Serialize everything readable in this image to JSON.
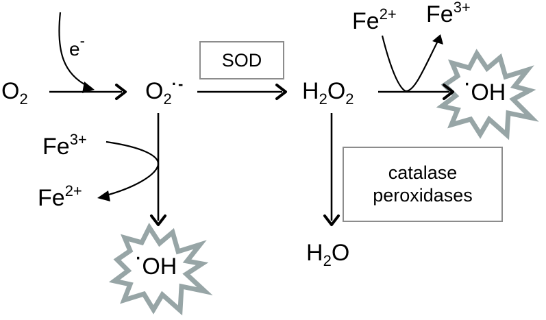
{
  "species": {
    "o2": {
      "main": "O",
      "sub": "2"
    },
    "superoxide": {
      "main": "O",
      "sub": "2",
      "sup": "·-"
    },
    "h2o2": {
      "h": "H",
      "h_sub": "2",
      "o": "O",
      "o_sub": "2"
    },
    "h2o": {
      "h": "H",
      "h_sub": "2",
      "o": "O"
    },
    "electron": {
      "main": "e",
      "sup": "-"
    },
    "fe3_left": {
      "main": "Fe",
      "sup": "3+"
    },
    "fe2_left": {
      "main": "Fe",
      "sup": "2+"
    },
    "fe2_top": {
      "main": "Fe",
      "sup": "2+"
    },
    "fe3_top": {
      "main": "Fe",
      "sup": "3+"
    },
    "radical_left": {
      "dot": "·",
      "main": "OH"
    },
    "radical_right": {
      "dot": "·",
      "main": "OH"
    }
  },
  "enzymes": {
    "sod": "SOD",
    "catalase_line1": "catalase",
    "catalase_line2": "peroxidases"
  },
  "colors": {
    "arrow": "#000000",
    "box_border": "#8c8c8c",
    "burst_outline": "#97a5a6"
  }
}
